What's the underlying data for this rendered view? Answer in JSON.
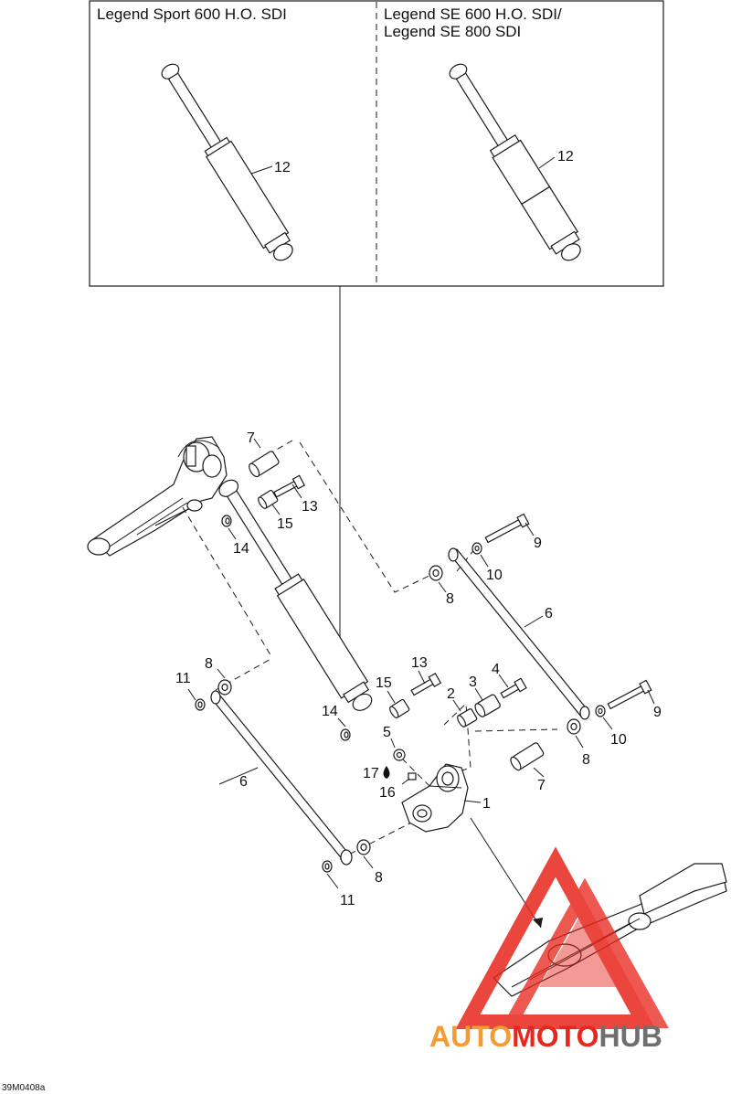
{
  "variant_box": {
    "left_title": "Legend Sport 600 H.O. SDI",
    "right_title_line1": "Legend SE 600 H.O. SDI/",
    "right_title_line2": "Legend SE 800 SDI",
    "left_shock_callout": "12",
    "right_shock_callout": "12"
  },
  "callouts": {
    "c1": "1",
    "c2": "2",
    "c3": "3",
    "c4": "4",
    "c5": "5",
    "c6a": "6",
    "c6b": "6",
    "c7a": "7",
    "c7b": "7",
    "c8a": "8",
    "c8b": "8",
    "c8c": "8",
    "c8d": "8",
    "c9a": "9",
    "c9b": "9",
    "c10a": "10",
    "c10b": "10",
    "c11a": "11",
    "c11b": "11",
    "c13a": "13",
    "c13b": "13",
    "c14a": "14",
    "c14b": "14",
    "c15a": "15",
    "c15b": "15",
    "c16": "16",
    "c17": "17"
  },
  "drawing_code": "39M0408a",
  "watermark": {
    "text_part1": "AUTO",
    "text_part2": "MOTO",
    "text_part3": "HUB",
    "color_red": "#e8261d",
    "color_orange": "#f39c33",
    "color_gray": "#6f6f6f"
  }
}
